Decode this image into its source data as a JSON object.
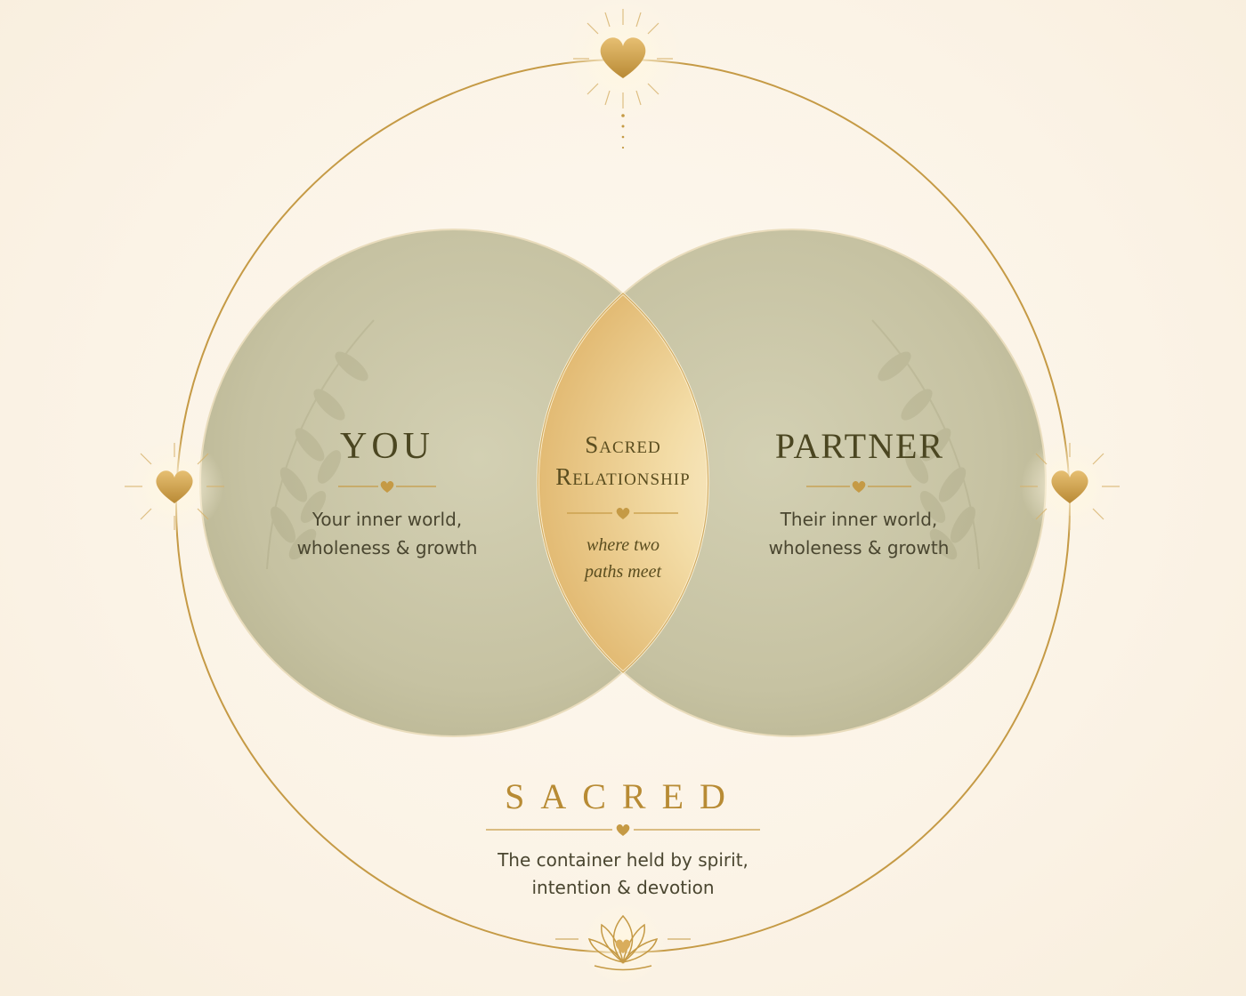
{
  "diagram": {
    "left_circle": {
      "title": "YOU",
      "description_line1": "Your inner world,",
      "description_line2": "wholeness & growth"
    },
    "right_circle": {
      "title": "PARTNER",
      "description_line1": "Their inner world,",
      "description_line2": "wholeness & growth"
    },
    "intersection": {
      "title_line1": "Sacred",
      "title_line2": "Relationship",
      "subtitle_line1": "where two",
      "subtitle_line2": "paths meet"
    },
    "outer_circle": {
      "title": "SACRED",
      "description_line1": "The container held by spirit,",
      "description_line2": "intention & devotion"
    }
  },
  "icons": [
    "heart-icon",
    "lotus-icon",
    "laurel-icon"
  ],
  "colors": {
    "background": "#fcf5ea",
    "gold": "#c59a45",
    "circle_fill": "#c9c5a6",
    "lens_fill": "#f2d79c",
    "title_text": "#4b4621"
  }
}
